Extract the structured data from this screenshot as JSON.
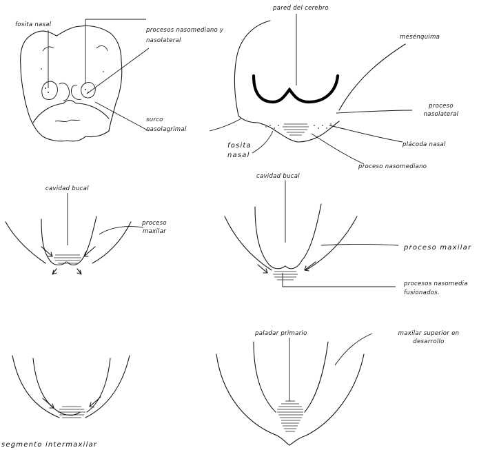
{
  "panels": {
    "p1": {
      "labels": {
        "nasal_pit": "fosita nasal",
        "processes": "procesos nasomediano y\nnasolateral",
        "groove": "surco\nnasolagrimal"
      }
    },
    "p2": {
      "labels": {
        "brain_wall": "pared del cerebro",
        "mesenchyme": "mesénquima",
        "lateral_process": "proceso\nnasolateral",
        "nasal_placode": "plácoda nasal",
        "medial_process": "proceso nasomediano",
        "nasal_pit": "fosita\nnasal"
      }
    },
    "p3": {
      "labels": {
        "oral_cavity": "cavidad bucal",
        "maxillary": "proceso\nmaxilar"
      }
    },
    "p4": {
      "labels": {
        "oral_cavity": "cavidad bucal",
        "maxillary": "proceso maxilar",
        "fused": "procesos nasomedia\nfusionados."
      }
    },
    "p5": {
      "labels": {
        "intermaxillary": "segmento intermaxilar"
      }
    },
    "p6": {
      "labels": {
        "primary_palate": "paladar primario",
        "upper_jaw": "maxilar superior en\ndesarrollo"
      }
    }
  }
}
